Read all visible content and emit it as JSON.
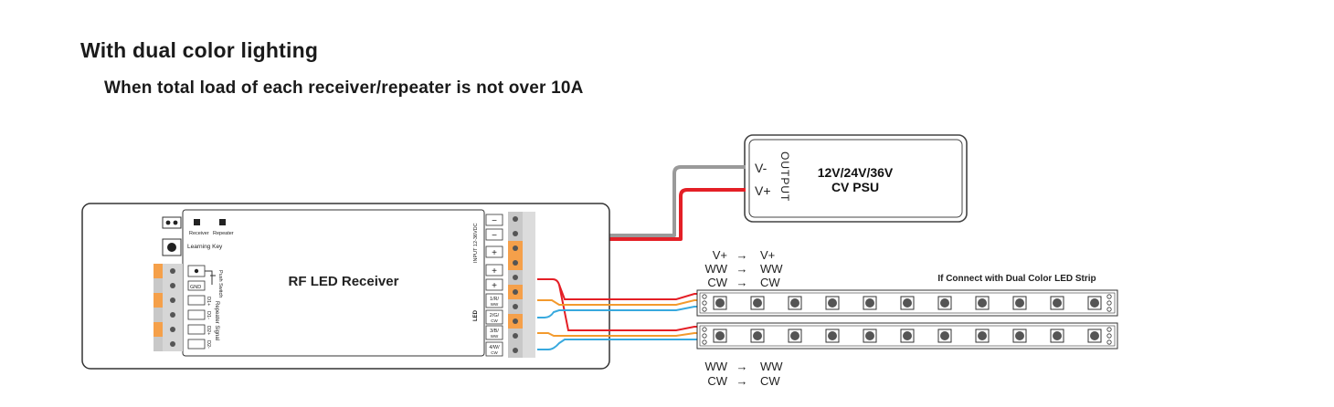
{
  "heading": {
    "title": "With dual color lighting",
    "subtitle": "When total load of each receiver/repeater is not over 10A"
  },
  "receiver": {
    "name": "RF LED Receiver",
    "receiver_label": "Receiver",
    "repeater_label": "Repeater",
    "learning_key": "Learning Key",
    "push_switch": "Push Switch",
    "gnd": "GND",
    "repeater_signal": "Repeater Signal",
    "signal_pins": [
      "D1+",
      "D1-",
      "D2+",
      "D2-"
    ],
    "input_label": "INPUT 12-36VDC",
    "input_pins": [
      "−",
      "−",
      "+",
      "+"
    ],
    "led_label": "LED",
    "led_plus": "+",
    "led_channels": [
      {
        "top": "1/R/",
        "bottom": "WW"
      },
      {
        "top": "2/G/",
        "bottom": "CW"
      },
      {
        "top": "3/B/",
        "bottom": "WW"
      },
      {
        "top": "4/W/",
        "bottom": "CW"
      }
    ]
  },
  "psu": {
    "output_label": "OUTPUT",
    "v_minus": "V-",
    "v_plus": "V+",
    "line1": "12V/24V/36V",
    "line2": "CV PSU"
  },
  "mapping_top": {
    "rows": [
      {
        "from": "V+",
        "arrow": "→",
        "to": "V+"
      },
      {
        "from": "WW",
        "arrow": "→",
        "to": "WW"
      },
      {
        "from": "CW",
        "arrow": "→",
        "to": "CW"
      }
    ]
  },
  "mapping_bottom": {
    "rows": [
      {
        "from": "WW",
        "arrow": "→",
        "to": "WW"
      },
      {
        "from": "CW",
        "arrow": "→",
        "to": "CW"
      }
    ]
  },
  "strip": {
    "caption": "If Connect with Dual Color LED Strip",
    "led_count": 11
  },
  "colors": {
    "positive_wire": "#e41f26",
    "negative_wire": "#9a9a9a",
    "ww_wire": "#f39a2d",
    "cw_wire": "#38a9de",
    "terminal_orange": "#f5a04a",
    "terminal_gray": "#c8c8c8"
  }
}
